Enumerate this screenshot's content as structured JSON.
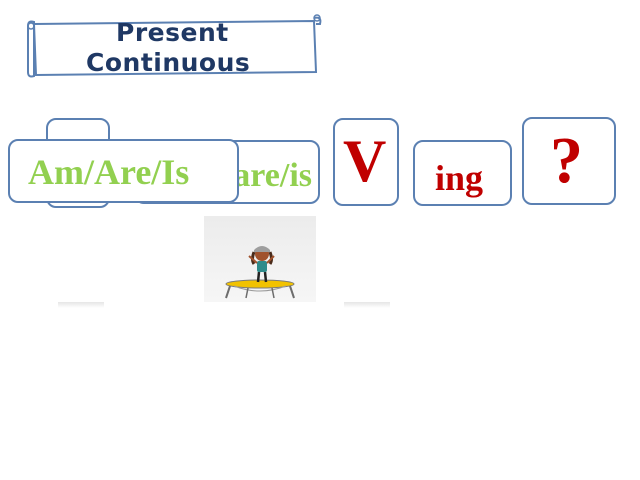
{
  "banner": {
    "title_line1": "Present",
    "title_line2": "Continuous"
  },
  "cards": {
    "subject_placeholder": "",
    "am_are_is": "Am/Are/Is",
    "am_are_is_behind": "Am/are/is",
    "verb": "V",
    "ing": "ing",
    "question_mark": "?"
  },
  "illustration": {
    "icon": "girl-on-trampoline-icon"
  },
  "colors": {
    "banner_text": "#1f3864",
    "card_border": "#5b80b2",
    "green_text": "#92d050",
    "red_text": "#c00000"
  }
}
